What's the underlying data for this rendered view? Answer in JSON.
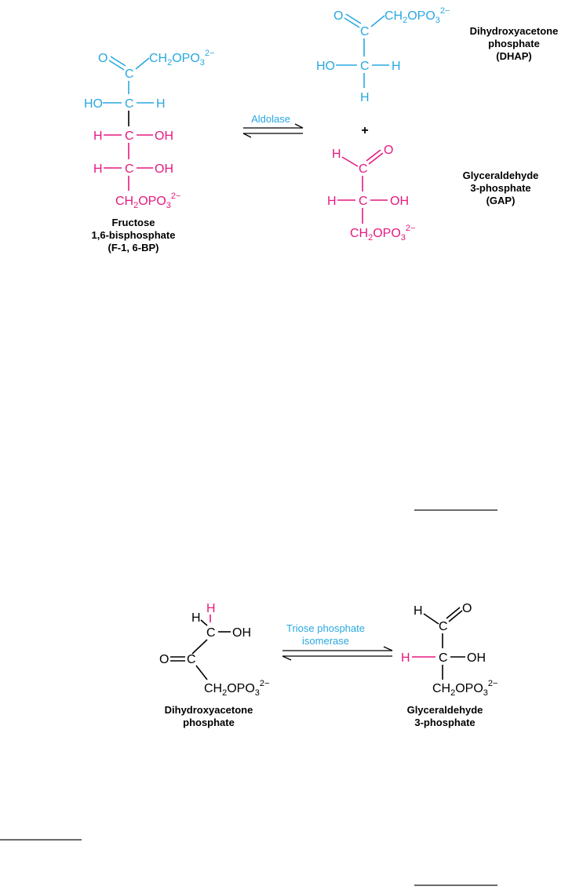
{
  "colors": {
    "blue": "#29a8e0",
    "magenta": "#e6197f",
    "black": "#000000",
    "rule": "#111111"
  },
  "reaction1": {
    "enzyme": "Aldolase",
    "plus": "+",
    "fbp": {
      "c1": {
        "o": "O",
        "c": "C",
        "ch2": "CH",
        "two": "2",
        "opo": "OPO",
        "three": "3",
        "charge": "2−"
      },
      "c3": {
        "ho": "HO",
        "c": "C",
        "h": "H"
      },
      "c4": {
        "h": "H",
        "c": "C",
        "oh": "OH"
      },
      "c5": {
        "h": "H",
        "c": "C",
        "oh": "OH"
      },
      "c6": {
        "ch2": "CH",
        "two": "2",
        "opo": "OPO",
        "three": "3",
        "charge": "2−"
      },
      "label": [
        "Fructose",
        "1,6-bisphosphate",
        "(F-1, 6-BP)"
      ]
    },
    "dhap": {
      "c1": {
        "o": "O",
        "c": "C",
        "ch2": "CH",
        "two": "2",
        "opo": "OPO",
        "three": "3",
        "charge": "2−"
      },
      "c2": {
        "ho": "HO",
        "c": "C",
        "h": "H",
        "h_bottom": "H"
      },
      "label": [
        "Dihydroxyacetone",
        "phosphate",
        "(DHAP)"
      ]
    },
    "gap": {
      "c1": {
        "h": "H",
        "c": "C",
        "o": "O"
      },
      "c2": {
        "h": "H",
        "c": "C",
        "oh": "OH"
      },
      "c3": {
        "ch2": "CH",
        "two": "2",
        "opo": "OPO",
        "three": "3",
        "charge": "2−"
      },
      "label": [
        "Glyceraldehyde",
        "3-phosphate",
        "(GAP)"
      ]
    }
  },
  "reaction2": {
    "enzyme": [
      "Triose phosphate",
      "isomerase"
    ],
    "dhap": {
      "top": {
        "h": "H",
        "h_red": "H",
        "c": "C",
        "oh": "OH"
      },
      "mid": {
        "o": "O",
        "c": "C"
      },
      "bot": {
        "ch2": "CH",
        "two": "2",
        "opo": "OPO",
        "three": "3",
        "charge": "2−"
      },
      "label": [
        "Dihydroxyacetone",
        "phosphate"
      ]
    },
    "gap": {
      "top": {
        "h": "H",
        "c": "C",
        "o": "O"
      },
      "mid": {
        "h": "H",
        "c": "C",
        "oh": "OH"
      },
      "bot": {
        "ch2": "CH",
        "two": "2",
        "opo": "OPO",
        "three": "3",
        "charge": "2−"
      },
      "label": [
        "Glyceraldehyde",
        "3-phosphate"
      ]
    }
  }
}
